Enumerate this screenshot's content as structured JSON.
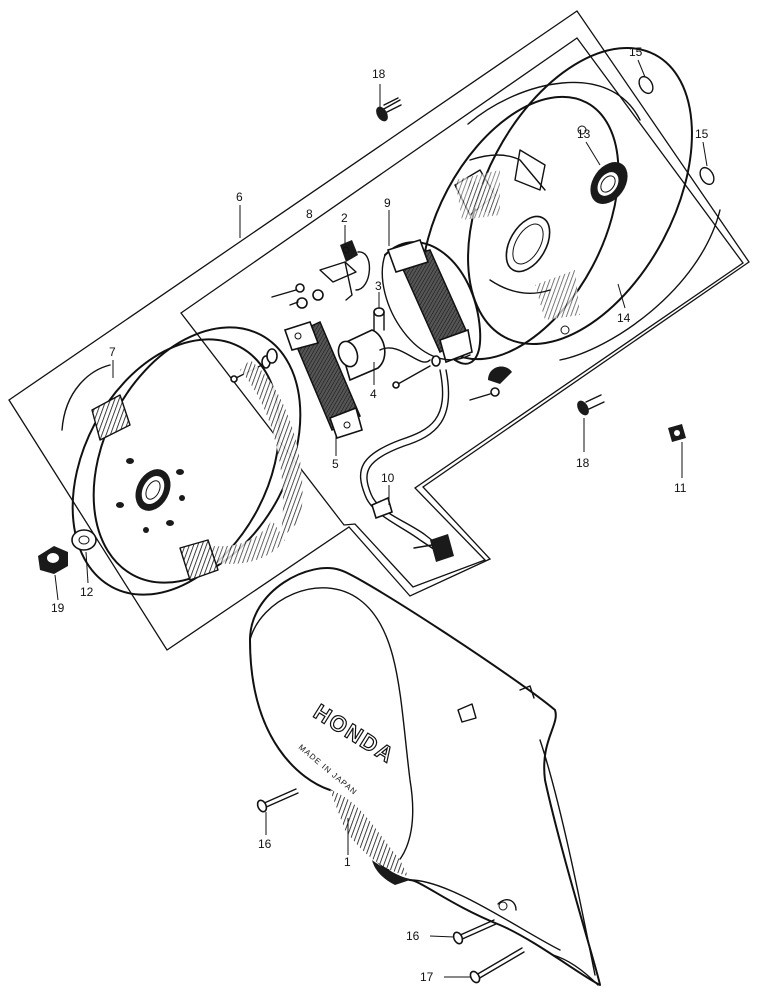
{
  "labels": [
    "1",
    "2",
    "3",
    "4",
    "5",
    "6",
    "7",
    "8",
    "9",
    "10",
    "11",
    "12",
    "13",
    "14",
    "15",
    "15",
    "16",
    "16",
    "17",
    "18",
    "18",
    "19"
  ],
  "cover_text": {
    "brand": "HONDA",
    "origin": "MADE IN JAPAN"
  }
}
